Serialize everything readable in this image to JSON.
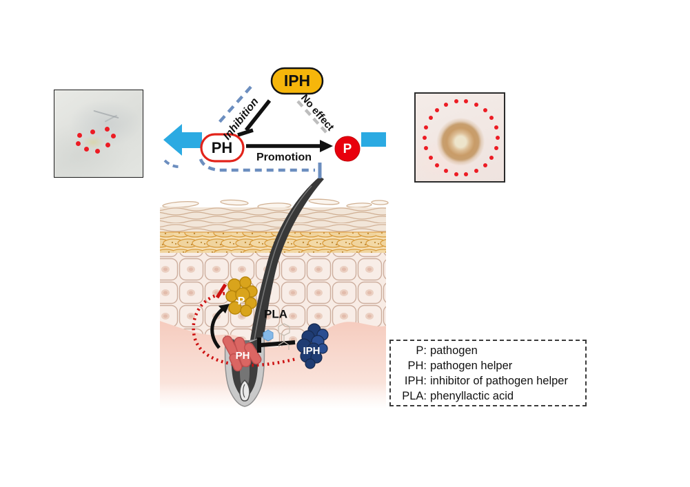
{
  "interaction_diagram": {
    "nodes": {
      "iph": "IPH",
      "ph": "PH",
      "p": "P"
    },
    "edge_labels": {
      "inhibition": "Inhibition",
      "no_effect": "No effect",
      "promotion": "Promotion"
    }
  },
  "skin_panel": {
    "labels": {
      "p": "P",
      "ph": "PH",
      "iph": "IPH",
      "pla": "PLA"
    }
  },
  "photos": {
    "left": {
      "red_dot_count": 8
    },
    "right": {
      "red_dot_count": 22
    }
  },
  "legend": {
    "items": [
      {
        "abbr": "P:",
        "desc": "pathogen"
      },
      {
        "abbr": "PH:",
        "desc": "pathogen helper"
      },
      {
        "abbr": "IPH:",
        "desc": "inhibitor of pathogen helper"
      },
      {
        "abbr": "PLA:",
        "desc": "phenyllactic acid"
      }
    ]
  },
  "colors": {
    "accent_blue": "#2baae2",
    "dashed_blue": "#6c8ebf",
    "no_effect_gray": "#bdbdbd",
    "node_yellow": "#f6b60b",
    "node_red": "#e8000d",
    "ph_border_red": "#e2231a",
    "inhibit_red": "#cc1111",
    "pathogen_gold": "#d9a41c",
    "helper_red": "#db6663",
    "inhibitor_navy": "#1f3c73"
  }
}
